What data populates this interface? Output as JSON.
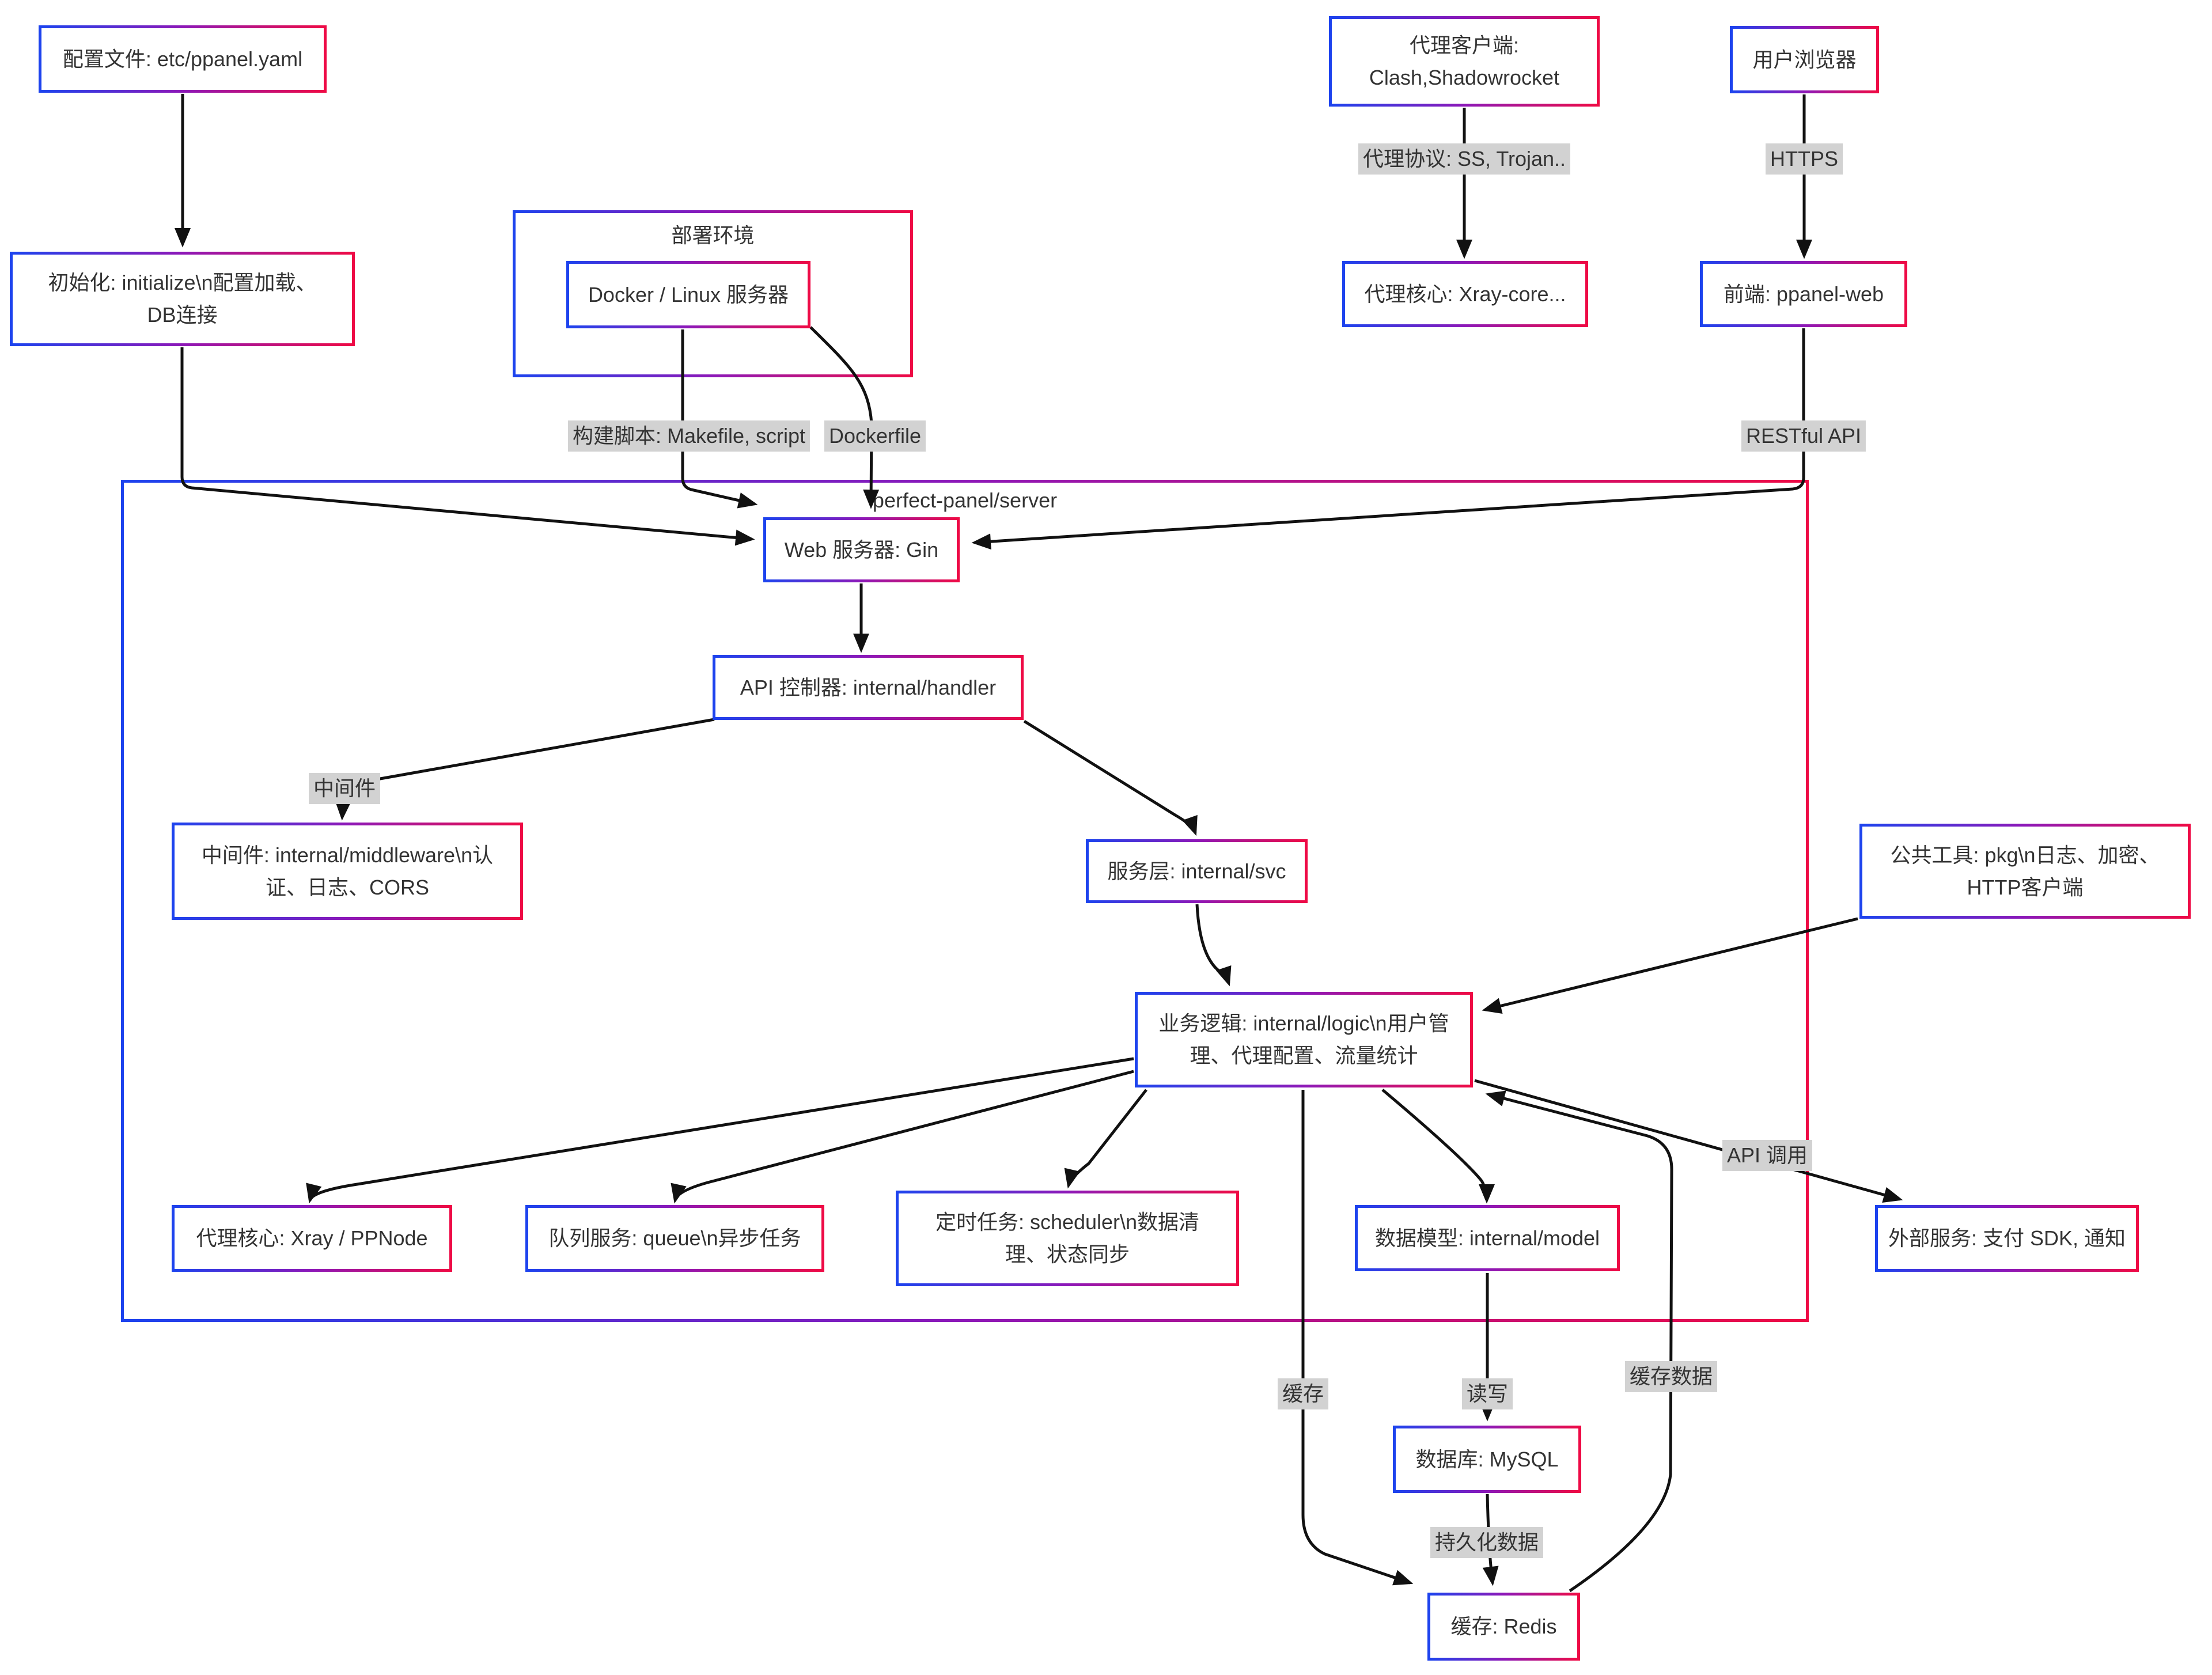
{
  "diagram": {
    "title": "perfect-panel server architecture flowchart",
    "containers": {
      "deploy": {
        "label": "部署环境"
      },
      "server": {
        "label": "perfect-panel/server"
      }
    },
    "nodes": {
      "config": {
        "label": "配置文件: etc/ppanel.yaml"
      },
      "init": {
        "label": "初始化: initialize\\n配置加载、\nDB连接"
      },
      "docker": {
        "label": "Docker / Linux 服务器"
      },
      "clients": {
        "label": "代理客户端:\nClash,Shadowrocket"
      },
      "browser": {
        "label": "用户浏览器"
      },
      "xraycore": {
        "label": "代理核心: Xray-core..."
      },
      "frontend": {
        "label": "前端: ppanel-web"
      },
      "gin": {
        "label": "Web 服务器: Gin"
      },
      "handler": {
        "label": "API 控制器: internal/handler"
      },
      "middleware": {
        "label": "中间件: internal/middleware\\n认\n证、日志、CORS"
      },
      "svc": {
        "label": "服务层: internal/svc"
      },
      "pkg": {
        "label": "公共工具: pkg\\n日志、加密、\nHTTP客户端"
      },
      "logic": {
        "label": "业务逻辑: internal/logic\\n用户管\n理、代理配置、流量统计"
      },
      "xraynode": {
        "label": "代理核心: Xray / PPNode"
      },
      "queue": {
        "label": "队列服务: queue\\n异步任务"
      },
      "scheduler": {
        "label": "定时任务: scheduler\\n数据清\n理、状态同步"
      },
      "model": {
        "label": "数据模型: internal/model"
      },
      "external": {
        "label": "外部服务: 支付 SDK, 通知"
      },
      "mysql": {
        "label": "数据库: MySQL"
      },
      "redis": {
        "label": "缓存: Redis"
      }
    },
    "edge_labels": {
      "proxy_protocol": "代理协议: SS, Trojan..",
      "https": "HTTPS",
      "build_script": "构建脚本: Makefile, script",
      "dockerfile": "Dockerfile",
      "restful": "RESTful API",
      "middleware": "中间件",
      "api_call": "API 调用",
      "cache": "缓存",
      "read_write": "读写",
      "cache_data": "缓存数据",
      "persist": "持久化数据"
    },
    "edges": [
      {
        "from": "config",
        "to": "init",
        "label": ""
      },
      {
        "from": "init",
        "to": "gin",
        "label": ""
      },
      {
        "from": "docker",
        "to": "gin",
        "label": "构建脚本: Makefile, script"
      },
      {
        "from": "docker",
        "to": "gin",
        "label": "Dockerfile"
      },
      {
        "from": "clients",
        "to": "xraycore",
        "label": "代理协议: SS, Trojan.."
      },
      {
        "from": "browser",
        "to": "frontend",
        "label": "HTTPS"
      },
      {
        "from": "frontend",
        "to": "gin",
        "label": "RESTful API"
      },
      {
        "from": "gin",
        "to": "handler",
        "label": ""
      },
      {
        "from": "handler",
        "to": "middleware",
        "label": "中间件"
      },
      {
        "from": "handler",
        "to": "svc",
        "label": ""
      },
      {
        "from": "svc",
        "to": "logic",
        "label": ""
      },
      {
        "from": "pkg",
        "to": "logic",
        "label": ""
      },
      {
        "from": "logic",
        "to": "xraynode",
        "label": ""
      },
      {
        "from": "logic",
        "to": "queue",
        "label": ""
      },
      {
        "from": "logic",
        "to": "scheduler",
        "label": ""
      },
      {
        "from": "logic",
        "to": "model",
        "label": ""
      },
      {
        "from": "logic",
        "to": "external",
        "label": "API 调用"
      },
      {
        "from": "redis",
        "to": "logic",
        "label": "缓存数据"
      },
      {
        "from": "logic",
        "to": "redis",
        "label": "缓存"
      },
      {
        "from": "model",
        "to": "mysql",
        "label": "读写"
      },
      {
        "from": "mysql",
        "to": "redis",
        "label": "持久化数据"
      }
    ],
    "colors": {
      "border_blue": "#1d43ee",
      "border_purple": "#8d18b8",
      "border_red": "#ee0a45",
      "edge_line": "#111111",
      "edge_label_bg": "#d2d2d2",
      "text": "#333333",
      "node_bg": "#ffffff"
    }
  }
}
